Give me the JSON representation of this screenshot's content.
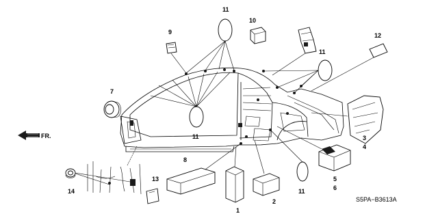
{
  "diagram": {
    "code": "S5PA−B3613A",
    "direction_label": "FR.",
    "callouts": [
      "1",
      "2",
      "3",
      "4",
      "5",
      "6",
      "7",
      "8",
      "9",
      "10",
      "11",
      "11",
      "11",
      "11",
      "12",
      "13",
      "14"
    ]
  }
}
